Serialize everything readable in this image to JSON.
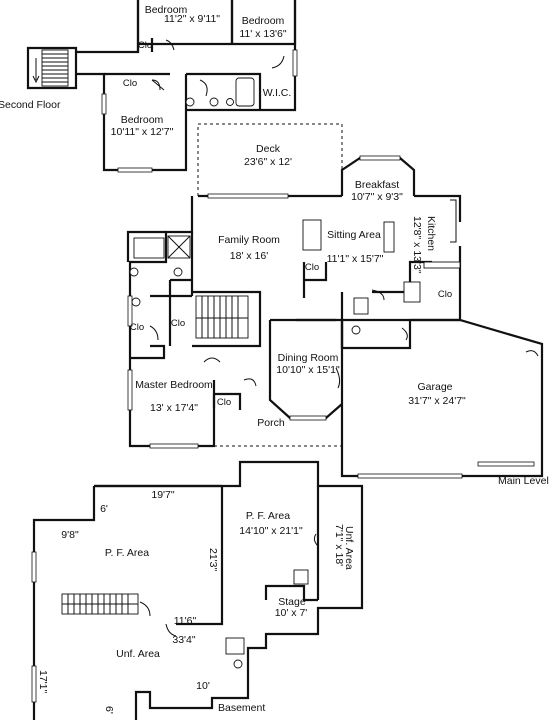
{
  "floors": {
    "second": "Second Floor",
    "main": "Main Level",
    "basement": "Basement"
  },
  "rooms": {
    "bed_top_left": {
      "name": "Bedroom",
      "dims": "11'2\" x 9'11\""
    },
    "bed_top_right": {
      "name": "Bedroom",
      "dims": "11' x 13'6\""
    },
    "bed_bottom": {
      "name": "Bedroom",
      "dims": "10'11\" x 12'7\""
    },
    "wic": {
      "name": "W.I.C."
    },
    "deck": {
      "name": "Deck",
      "dims": "23'6\" x 12'"
    },
    "breakfast": {
      "name": "Breakfast",
      "dims": "10'7\" x 9'3\""
    },
    "kitchen": {
      "name": "Kitchen",
      "dims": "12'8\" x 13'3\""
    },
    "family": {
      "name": "Family Room",
      "dims": "18' x 16'"
    },
    "sitting": {
      "name": "Sitting Area",
      "dims": "11'1\" x 15'7\""
    },
    "dining": {
      "name": "Dining Room",
      "dims": "10'10\" x 15'1\""
    },
    "master": {
      "name": "Master Bedroom",
      "dims": "13' x 17'4\""
    },
    "garage": {
      "name": "Garage",
      "dims": "31'7\" x 24'7\""
    },
    "porch": {
      "name": "Porch"
    },
    "pf_left": {
      "name": "P. F. Area"
    },
    "pf_right": {
      "name": "P. F. Area",
      "dims": "14'10\" x 21'1\""
    },
    "unf_right": {
      "name": "Unf. Area",
      "dims": "7'1\" x 18'"
    },
    "stage": {
      "name": "Stage",
      "dims": "10' x 7'"
    },
    "unf_bottom": {
      "name": "Unf. Area"
    }
  },
  "closet_label": "Clo",
  "basement_dims": {
    "d_6": "6'",
    "d_19_7": "19'7\"",
    "d_9_8": "9'8\"",
    "d_21_3": "21'3\"",
    "d_11_6": "11'6\"",
    "d_33_4": "33'4\"",
    "d_17_1": "17'1\"",
    "d_10": "10'",
    "d_6b": "6'"
  }
}
